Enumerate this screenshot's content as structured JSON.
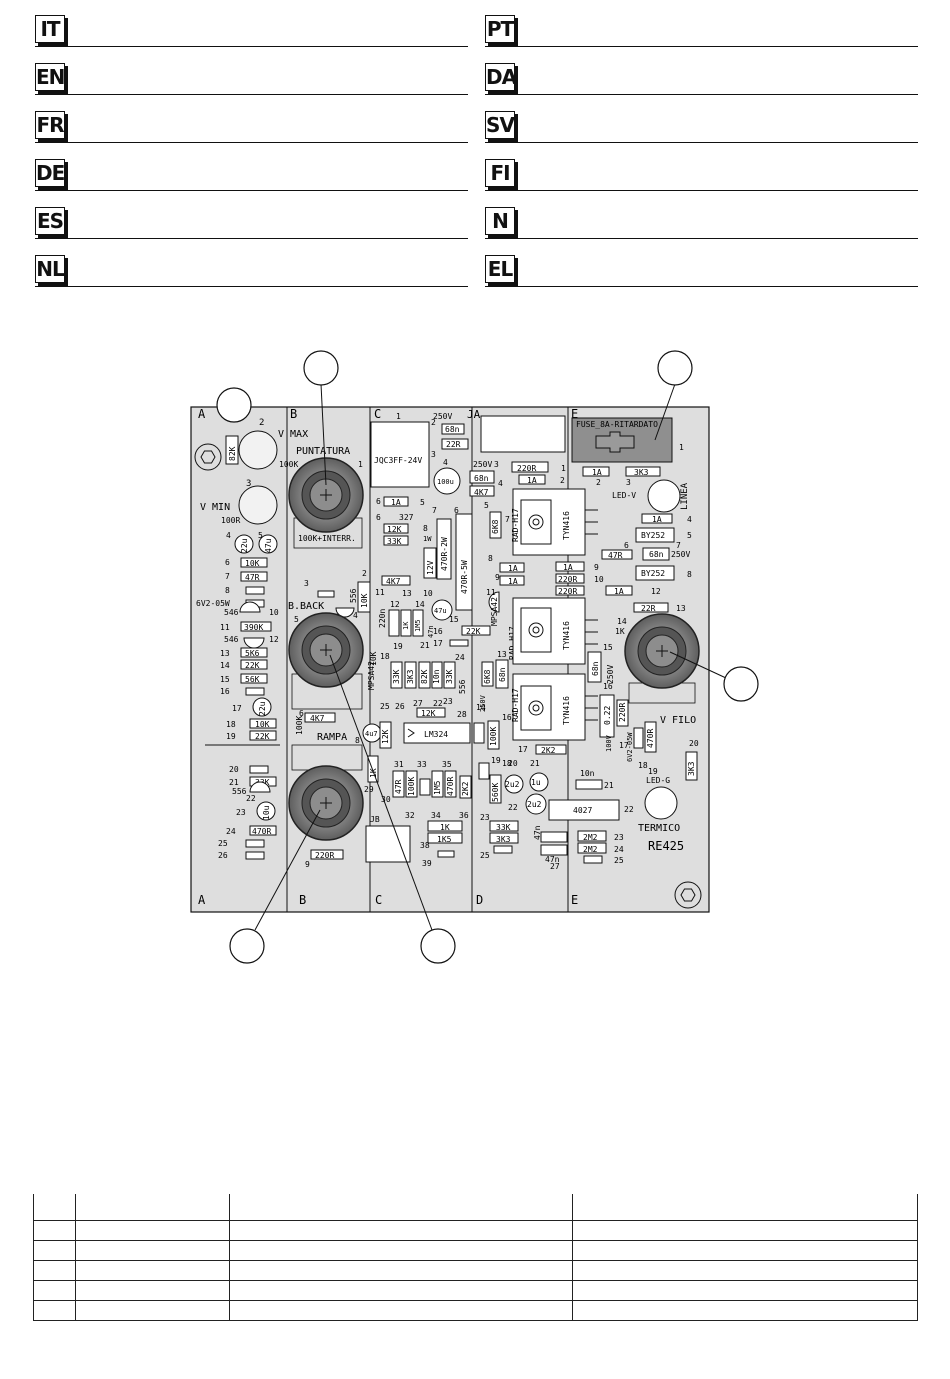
{
  "languages_left": [
    "IT",
    "EN",
    "FR",
    "DE",
    "ES",
    "NL"
  ],
  "languages_right": [
    "PT",
    "DA",
    "SV",
    "FI",
    "N",
    "EL"
  ],
  "board": {
    "model": "RE425",
    "zone_letters": [
      "A",
      "B",
      "C",
      "D",
      "E"
    ],
    "zone_extra": [
      "JA",
      "JB"
    ],
    "potentiometers": {
      "vmax": "V MAX",
      "puntatura": "PUNTATURA",
      "vmin": "V MIN",
      "burnback": "B.BACK",
      "rampa": "RAMPA",
      "vfilo": "V FILO",
      "val_100k": "100K",
      "val_100r": "100R",
      "val_interr": "100K+INTERR.",
      "val_1k": "1K"
    },
    "fuse_label": "FUSE_8A-RITARDATO",
    "relay": "JQC3FF-24V",
    "ic_lm324": "LM324",
    "ic_4027": "4027",
    "thyristor": "TYN416",
    "heatsink": "RAD-H17",
    "diode_by252": "BY252",
    "led_v": "LED-V",
    "led_g": "LED-G",
    "linea": "LINEA",
    "termico": "TERMICO",
    "transistor": "MPSA42",
    "parts": {
      "r82k": "82K",
      "r10k": "10K",
      "r47r": "47R",
      "r390k": "390K",
      "r5k6": "5K6",
      "r22k": "22K",
      "r56k": "56K",
      "r4k7": "4K7",
      "r33k": "33K",
      "r470r": "470R",
      "r220r": "220R",
      "r12k": "12K",
      "r3k3": "3K3",
      "r1k": "1K",
      "r1k5": "1K5",
      "r2k2": "2K2",
      "r1a": "1A",
      "r68n": "68n",
      "r22r": "22R",
      "r100k": "100K",
      "r560k": "560K",
      "r2m2": "2M2",
      "r6k8": "6K8",
      "r10n": "10n",
      "r47n": "47n",
      "c100u": "100u",
      "c47u": "47u",
      "c22u": "22u",
      "c10u": "10u",
      "c2u2": "2u2",
      "c1u": "1u",
      "c4u7": "4u7",
      "c022": "0.22",
      "c220n": "220n",
      "r470r2w": "470R-2W",
      "r470r5w": "470R-5W",
      "r12v": "12V",
      "r1w": "1W",
      "v250": "250V",
      "v100": "100V",
      "z6v2": "6V2-05W",
      "s546": "546",
      "s556": "556",
      "s327": "327",
      "r1m5": "1M5"
    }
  },
  "table": {
    "rows": [
      [
        "",
        "",
        "",
        ""
      ],
      [
        "",
        "",
        "",
        ""
      ],
      [
        "",
        "",
        "",
        ""
      ],
      [
        "",
        "",
        "",
        ""
      ],
      [
        "",
        "",
        "",
        ""
      ],
      [
        "",
        "",
        "",
        ""
      ]
    ]
  }
}
